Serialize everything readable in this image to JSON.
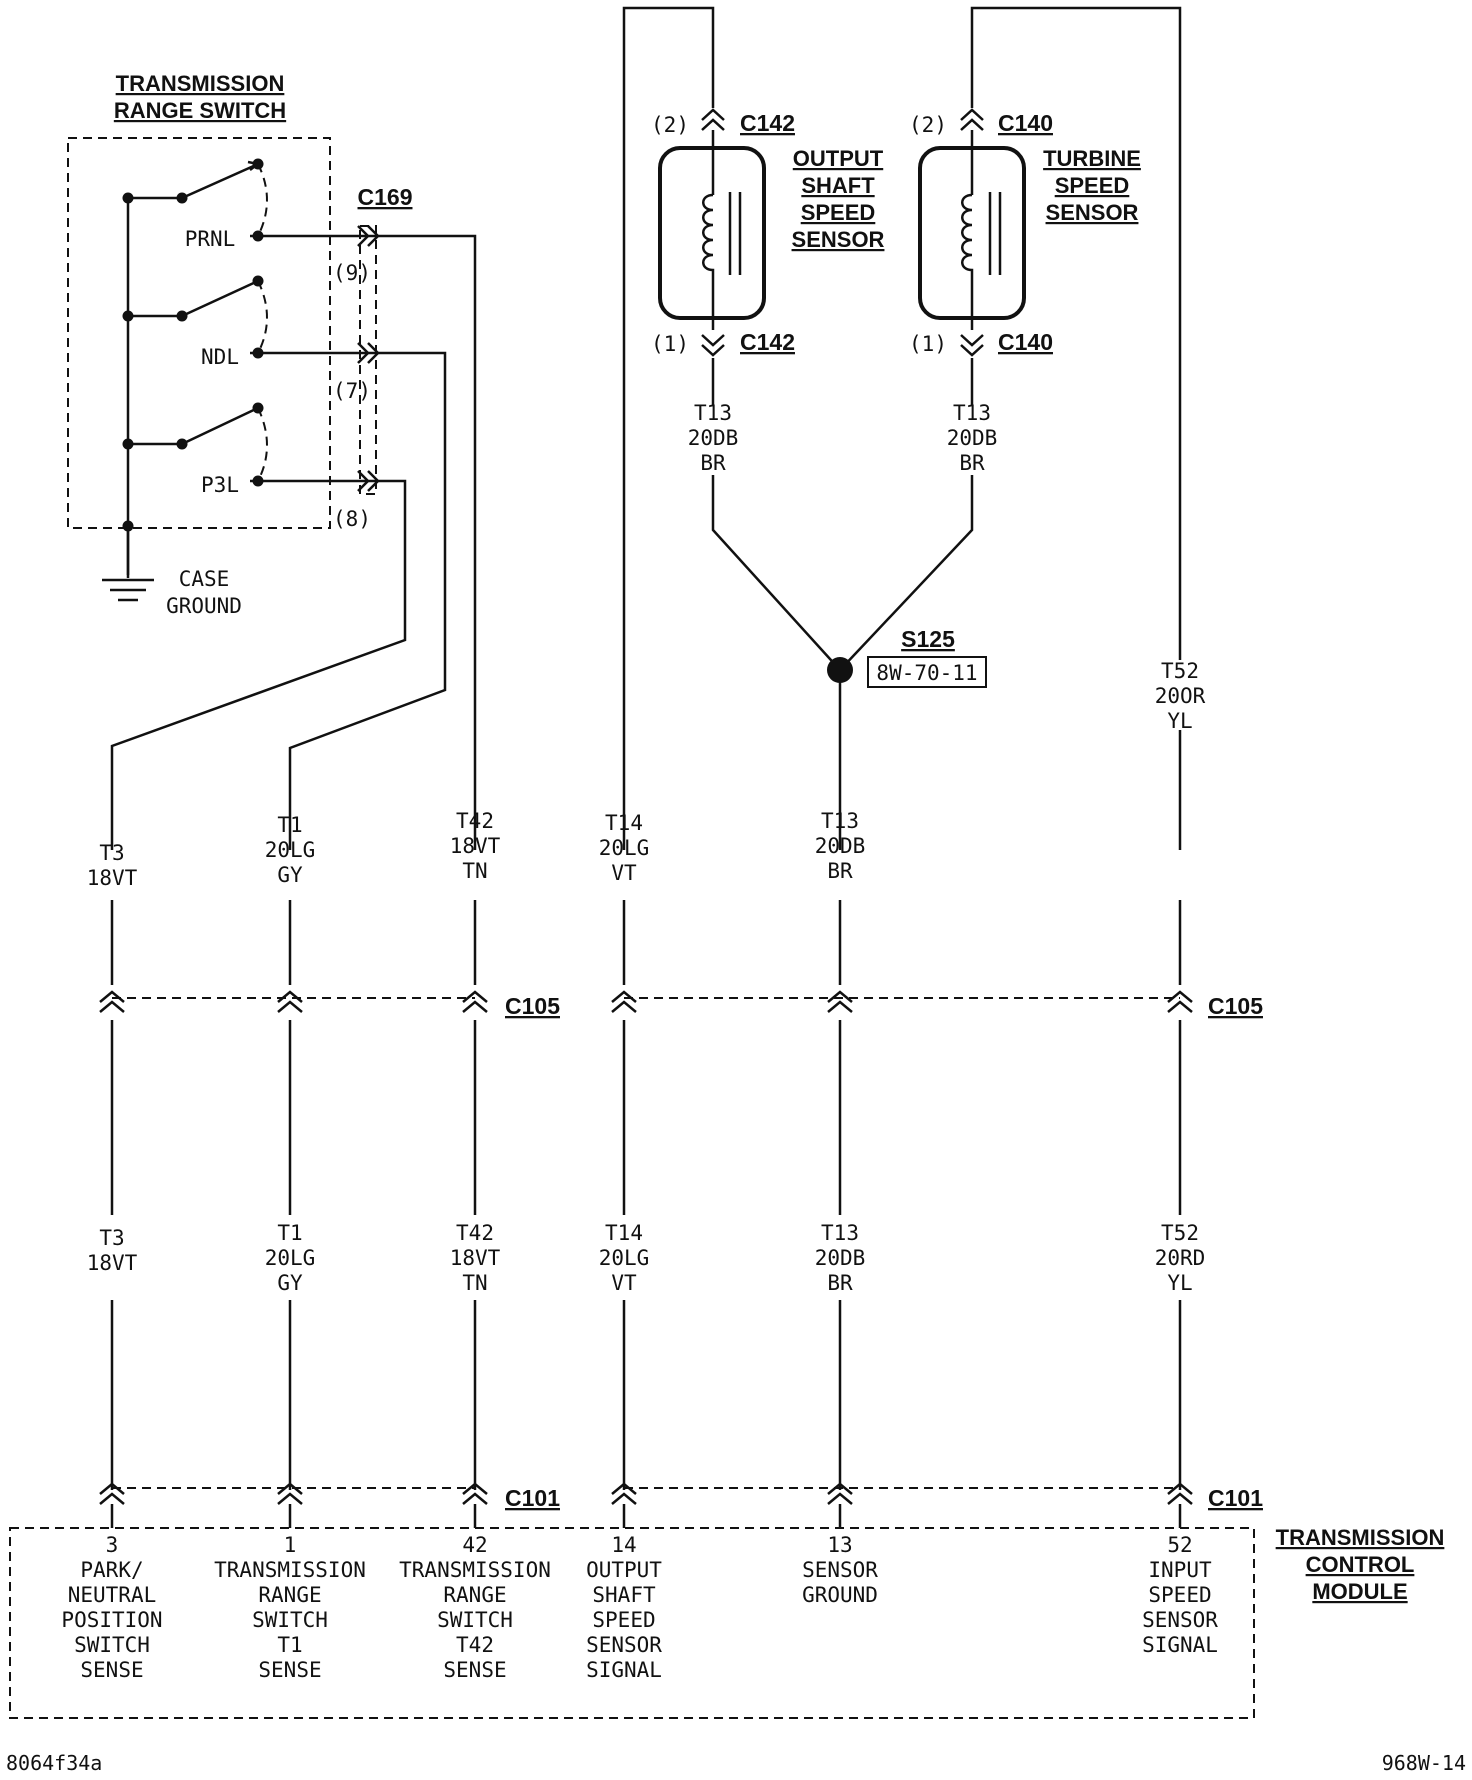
{
  "titles": {
    "range_switch": [
      "TRANSMISSION",
      "RANGE SWITCH"
    ],
    "output_sensor": [
      "OUTPUT",
      "SHAFT",
      "SPEED",
      "SENSOR"
    ],
    "turbine_sensor": [
      "TURBINE",
      "SPEED",
      "SENSOR"
    ],
    "tcm": [
      "TRANSMISSION",
      "CONTROL",
      "MODULE"
    ]
  },
  "switch_contacts": [
    "PRNL",
    "NDL",
    "P3L"
  ],
  "c169": {
    "id": "C169",
    "pins": [
      "(9)",
      "(7)",
      "(8)"
    ]
  },
  "case_ground": [
    "CASE",
    "GROUND"
  ],
  "sensors": {
    "output": {
      "connector": "C142",
      "pin_top": "(2)",
      "pin_bottom": "(1)"
    },
    "turbine": {
      "connector": "C140",
      "pin_top": "(2)",
      "pin_bottom": "(1)"
    }
  },
  "sensor_wires": {
    "output": [
      "T13",
      "20DB",
      "BR"
    ],
    "turbine": [
      "T13",
      "20DB",
      "BR"
    ]
  },
  "splice": {
    "id": "S125",
    "ref": "8W-70-11"
  },
  "t52_upper": [
    "T52",
    "20OR",
    "YL"
  ],
  "upper_wires": [
    [
      "T3",
      "18VT"
    ],
    [
      "T1",
      "20LG",
      "GY"
    ],
    [
      "T42",
      "18VT",
      "TN"
    ],
    [
      "T14",
      "20LG",
      "VT"
    ],
    [
      "T13",
      "20DB",
      "BR"
    ]
  ],
  "c105": {
    "id": "C105"
  },
  "lower_wires": [
    [
      "T3",
      "18VT"
    ],
    [
      "T1",
      "20LG",
      "GY"
    ],
    [
      "T42",
      "18VT",
      "TN"
    ],
    [
      "T14",
      "20LG",
      "VT"
    ],
    [
      "T13",
      "20DB",
      "BR"
    ],
    [
      "T52",
      "20RD",
      "YL"
    ]
  ],
  "c101": {
    "id": "C101"
  },
  "tcm_pins": [
    {
      "pin": "3",
      "desc": [
        "PARK/",
        "NEUTRAL",
        "POSITION",
        "SWITCH",
        "SENSE"
      ]
    },
    {
      "pin": "1",
      "desc": [
        "TRANSMISSION",
        "RANGE",
        "SWITCH",
        "T1",
        "SENSE"
      ]
    },
    {
      "pin": "42",
      "desc": [
        "TRANSMISSION",
        "RANGE",
        "SWITCH",
        "T42",
        "SENSE"
      ]
    },
    {
      "pin": "14",
      "desc": [
        "OUTPUT",
        "SHAFT",
        "SPEED",
        "SENSOR",
        "SIGNAL"
      ]
    },
    {
      "pin": "13",
      "desc": [
        "SENSOR",
        "GROUND"
      ]
    },
    {
      "pin": "52",
      "desc": [
        "INPUT",
        "SPEED",
        "SENSOR",
        "SIGNAL"
      ]
    }
  ],
  "footer": {
    "left": "8064f34a",
    "right": "968W-14"
  }
}
